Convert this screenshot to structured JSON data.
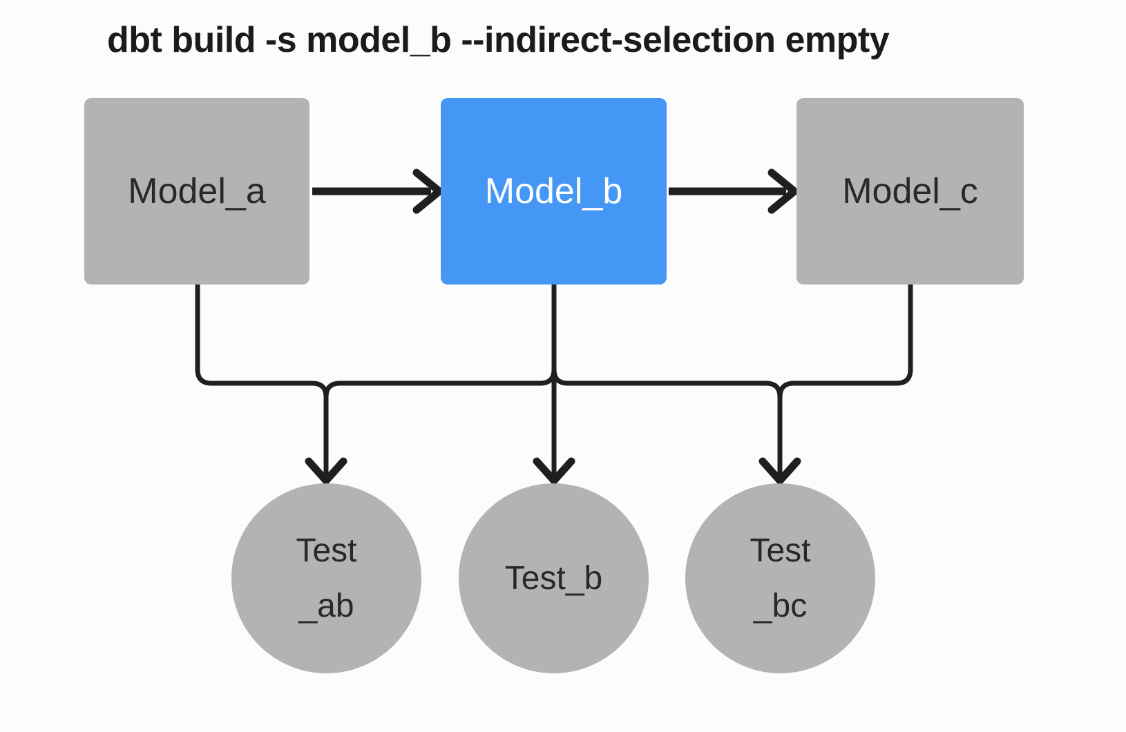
{
  "title": "dbt build -s model_b --indirect-selection empty",
  "nodes": {
    "model_a": {
      "label": "Model_a",
      "type": "model",
      "state": "unselected"
    },
    "model_b": {
      "label": "Model_b",
      "type": "model",
      "state": "selected"
    },
    "model_c": {
      "label": "Model_c",
      "type": "model",
      "state": "unselected"
    },
    "test_ab": {
      "line1": "Test",
      "line2": "_ab",
      "type": "test",
      "state": "unselected"
    },
    "test_b": {
      "label": "Test_b",
      "type": "test",
      "state": "unselected"
    },
    "test_bc": {
      "line1": "Test",
      "line2": "_bc",
      "type": "test",
      "state": "unselected"
    }
  },
  "edges": [
    {
      "from": "model_a",
      "to": "model_b"
    },
    {
      "from": "model_b",
      "to": "model_c"
    },
    {
      "from": "model_a",
      "to": "test_ab"
    },
    {
      "from": "model_b",
      "to": "test_ab"
    },
    {
      "from": "model_b",
      "to": "test_b"
    },
    {
      "from": "model_b",
      "to": "test_bc"
    },
    {
      "from": "model_c",
      "to": "test_bc"
    }
  ],
  "colors": {
    "selected_node": "#4597F5",
    "unselected_node": "#B3B3B3",
    "edge": "#1F1F1F",
    "selected_text": "#FFFFFF",
    "node_text": "#28282A",
    "title_text": "#1B1B1D",
    "background": "#FCFCFC"
  }
}
